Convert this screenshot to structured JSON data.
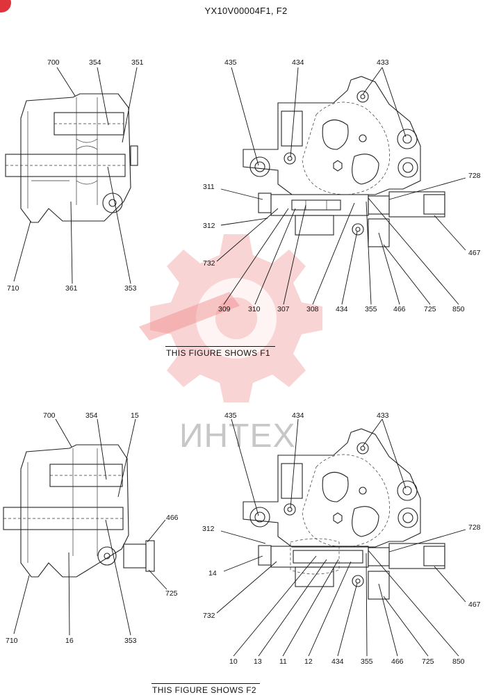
{
  "document": {
    "title": "YX10V00004F1, F2"
  },
  "watermark": {
    "text": "ИНТЕХ",
    "color": "#f0a0a0"
  },
  "figure1": {
    "caption": "THIS FIGURE SHOWS  F1",
    "labels": [
      "700",
      "354",
      "351",
      "435",
      "434",
      "433",
      "728",
      "311",
      "312",
      "467",
      "732",
      "710",
      "361",
      "353",
      "309",
      "310",
      "307",
      "308",
      "434",
      "355",
      "466",
      "725",
      "850"
    ]
  },
  "figure2": {
    "caption": "THIS FIGURE SHOWS  F2",
    "labels": [
      "700",
      "354",
      "15",
      "435",
      "434",
      "433",
      "466",
      "312",
      "728",
      "14",
      "725",
      "467",
      "732",
      "710",
      "16",
      "353",
      "10",
      "13",
      "11",
      "12",
      "434",
      "355",
      "466",
      "725",
      "850"
    ]
  }
}
